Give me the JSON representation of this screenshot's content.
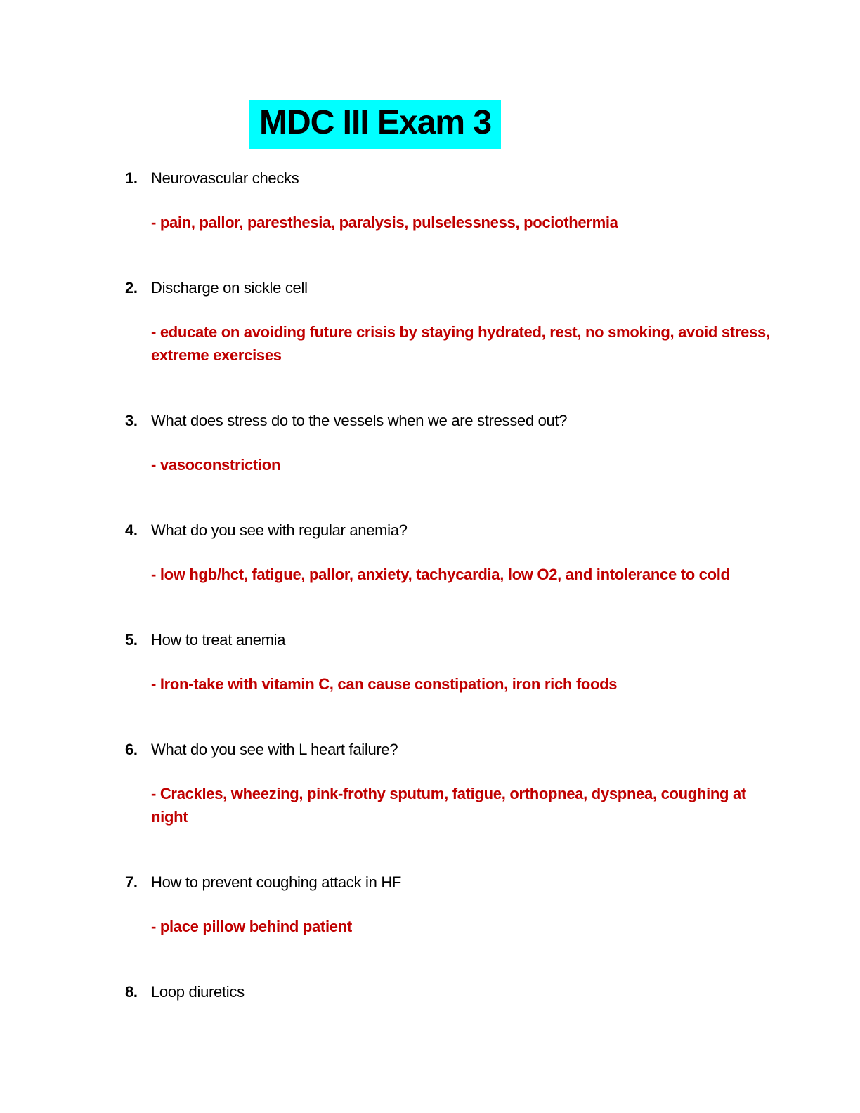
{
  "document": {
    "title": "MDC III Exam 3",
    "title_highlight_color": "#00FFFF",
    "answer_color": "#C00000",
    "items": [
      {
        "number": "1.",
        "question": "Neurovascular checks",
        "answer_lines": [
          "- pain, pallor, paresthesia, paralysis, pulselessness, pociothermia"
        ]
      },
      {
        "number": "2.",
        "question": "Discharge on sickle cell",
        "answer_lines": [
          "- educate on avoiding future crisis by staying hydrated, rest, no smoking, avoid stress,",
          "extreme exercises"
        ]
      },
      {
        "number": "3.",
        "question": "What does stress do to the vessels when we are stressed out?",
        "answer_lines": [
          "- vasoconstriction"
        ]
      },
      {
        "number": "4.",
        "question": "What do you see with regular anemia?",
        "answer_lines": [
          "- low hgb/hct, fatigue, pallor, anxiety, tachycardia, low O2, and intolerance to cold"
        ]
      },
      {
        "number": "5.",
        "question": "How to treat anemia",
        "answer_lines": [
          "- Iron-take with vitamin C, can cause constipation, iron rich foods"
        ]
      },
      {
        "number": "6.",
        "question": "What do you see with L heart failure?",
        "answer_lines": [
          "- Crackles, wheezing, pink-frothy sputum, fatigue, orthopnea, dyspnea, coughing at",
          "night"
        ]
      },
      {
        "number": "7.",
        "question": "How to prevent coughing attack in HF",
        "answer_lines": [
          "- place pillow behind patient"
        ]
      },
      {
        "number": "8.",
        "question": "Loop diuretics",
        "answer_lines": []
      }
    ]
  }
}
